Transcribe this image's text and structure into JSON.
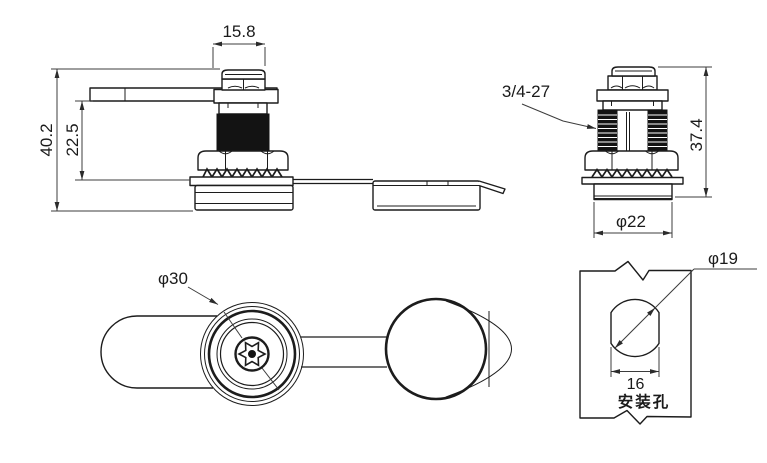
{
  "drawing": {
    "views": {
      "side_view": {
        "dim_cap_width": "15.8",
        "dim_overall_height": "40.2",
        "dim_body_height": "22.5"
      },
      "front_view": {
        "thread_spec": "3/4-27",
        "dim_overall_height": "37.4",
        "dim_base_diameter": "φ22"
      },
      "top_view": {
        "dim_head_diameter": "φ30"
      },
      "mounting_hole_view": {
        "dim_hole_diameter": "φ19",
        "dim_across_flats": "16",
        "caption": "安装孔"
      }
    },
    "colors": {
      "outline": "#1c1c1c",
      "dimension": "#3c3c3c",
      "background": "#ffffff"
    }
  }
}
